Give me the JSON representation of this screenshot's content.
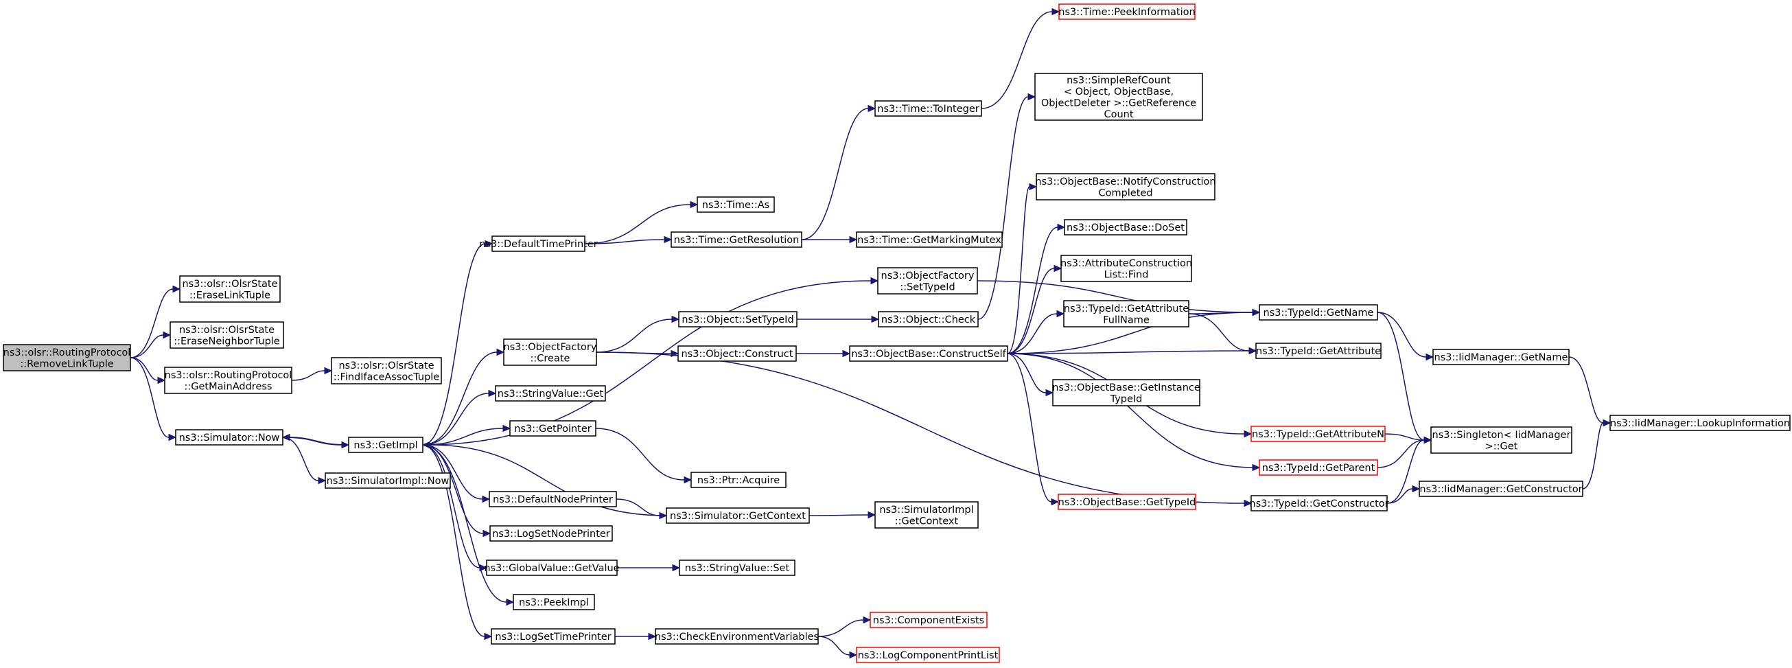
{
  "colors": {
    "edge": "#191970",
    "node_border": "#000000",
    "incomplete_border": "#ff0000",
    "root_fill": "#bfbfbf"
  },
  "nodes": [
    {
      "id": "remove_link_tuple",
      "lines": [
        "ns3::olsr::RoutingProtocol",
        "::RemoveLinkTuple"
      ],
      "style": "root"
    },
    {
      "id": "erase_link_tuple",
      "lines": [
        "ns3::olsr::OlsrState",
        "::EraseLinkTuple"
      ]
    },
    {
      "id": "erase_neighbor_tuple",
      "lines": [
        "ns3::olsr::OlsrState",
        "::EraseNeighborTuple"
      ]
    },
    {
      "id": "get_main_address",
      "lines": [
        "ns3::olsr::RoutingProtocol",
        "::GetMainAddress"
      ]
    },
    {
      "id": "find_iface_assoc_tuple",
      "lines": [
        "ns3::olsr::OlsrState",
        "::FindIfaceAssocTuple"
      ]
    },
    {
      "id": "simulator_now",
      "lines": [
        "ns3::Simulator::Now"
      ]
    },
    {
      "id": "get_impl",
      "lines": [
        "ns3::GetImpl"
      ]
    },
    {
      "id": "simulator_impl_now",
      "lines": [
        "ns3::SimulatorImpl::Now"
      ]
    },
    {
      "id": "default_time_printer",
      "lines": [
        "ns3::DefaultTimePrinter"
      ]
    },
    {
      "id": "object_factory_create",
      "lines": [
        "ns3::ObjectFactory",
        "::Create"
      ]
    },
    {
      "id": "string_value_get",
      "lines": [
        "ns3::StringValue::Get"
      ]
    },
    {
      "id": "get_pointer",
      "lines": [
        "ns3::GetPointer"
      ]
    },
    {
      "id": "default_node_printer",
      "lines": [
        "ns3::DefaultNodePrinter"
      ]
    },
    {
      "id": "log_set_node_printer",
      "lines": [
        "ns3::LogSetNodePrinter"
      ]
    },
    {
      "id": "global_value_get_value",
      "lines": [
        "ns3::GlobalValue::GetValue"
      ]
    },
    {
      "id": "peek_impl",
      "lines": [
        "ns3::PeekImpl"
      ]
    },
    {
      "id": "log_set_time_printer",
      "lines": [
        "ns3::LogSetTimePrinter"
      ]
    },
    {
      "id": "time_as",
      "lines": [
        "ns3::Time::As"
      ]
    },
    {
      "id": "time_get_resolution",
      "lines": [
        "ns3::Time::GetResolution"
      ]
    },
    {
      "id": "object_set_type_id",
      "lines": [
        "ns3::Object::SetTypeId"
      ]
    },
    {
      "id": "object_construct",
      "lines": [
        "ns3::Object::Construct"
      ]
    },
    {
      "id": "ptr_acquire",
      "lines": [
        "ns3::Ptr::Acquire"
      ]
    },
    {
      "id": "simulator_get_context",
      "lines": [
        "ns3::Simulator::GetContext"
      ]
    },
    {
      "id": "string_value_set",
      "lines": [
        "ns3::StringValue::Set"
      ]
    },
    {
      "id": "check_environment_variables",
      "lines": [
        "ns3::CheckEnvironmentVariables"
      ]
    },
    {
      "id": "time_to_integer",
      "lines": [
        "ns3::Time::ToInteger"
      ]
    },
    {
      "id": "time_get_marking_mutex",
      "lines": [
        "ns3::Time::GetMarkingMutex"
      ]
    },
    {
      "id": "object_factory_set_type_id",
      "lines": [
        "ns3::ObjectFactory",
        "::SetTypeId"
      ]
    },
    {
      "id": "object_check",
      "lines": [
        "ns3::Object::Check"
      ]
    },
    {
      "id": "object_base_construct_self",
      "lines": [
        "ns3::ObjectBase::ConstructSelf"
      ]
    },
    {
      "id": "simulator_impl_get_context",
      "lines": [
        "ns3::SimulatorImpl",
        "::GetContext"
      ]
    },
    {
      "id": "component_exists",
      "lines": [
        "ns3::ComponentExists"
      ],
      "style": "red"
    },
    {
      "id": "log_component_print_list",
      "lines": [
        "ns3::LogComponentPrintList"
      ],
      "style": "red"
    },
    {
      "id": "time_peek_information",
      "lines": [
        "ns3::Time::PeekInformation"
      ],
      "style": "red"
    },
    {
      "id": "simple_ref_count_get_reference_count",
      "lines": [
        "ns3::SimpleRefCount",
        "< Object, ObjectBase,",
        "ObjectDeleter >::GetReference",
        "Count"
      ]
    },
    {
      "id": "object_base_notify_construction_completed",
      "lines": [
        "ns3::ObjectBase::NotifyConstruction",
        "Completed"
      ]
    },
    {
      "id": "object_base_do_set",
      "lines": [
        "ns3::ObjectBase::DoSet"
      ]
    },
    {
      "id": "attribute_construction_list_find",
      "lines": [
        "ns3::AttributeConstruction",
        "List::Find"
      ]
    },
    {
      "id": "type_id_get_attribute_full_name",
      "lines": [
        "ns3::TypeId::GetAttribute",
        "FullName"
      ]
    },
    {
      "id": "object_base_get_instance_type_id",
      "lines": [
        "ns3::ObjectBase::GetInstance",
        "TypeId"
      ]
    },
    {
      "id": "object_base_get_type_id",
      "lines": [
        "ns3::ObjectBase::GetTypeId"
      ],
      "style": "red"
    },
    {
      "id": "type_id_get_attribute_n",
      "lines": [
        "ns3::TypeId::GetAttributeN"
      ],
      "style": "red"
    },
    {
      "id": "type_id_get_parent",
      "lines": [
        "ns3::TypeId::GetParent"
      ],
      "style": "red"
    },
    {
      "id": "type_id_get_constructor",
      "lines": [
        "ns3::TypeId::GetConstructor"
      ]
    },
    {
      "id": "type_id_get_name",
      "lines": [
        "ns3::TypeId::GetName"
      ]
    },
    {
      "id": "type_id_get_attribute",
      "lines": [
        "ns3::TypeId::GetAttribute"
      ]
    },
    {
      "id": "singleton_iid_manager_get",
      "lines": [
        "ns3::Singleton< IidManager",
        ">::Get"
      ]
    },
    {
      "id": "iid_manager_get_constructor",
      "lines": [
        "ns3::IidManager::GetConstructor"
      ]
    },
    {
      "id": "iid_manager_get_name",
      "lines": [
        "ns3::IidManager::GetName"
      ]
    },
    {
      "id": "iid_manager_lookup_information",
      "lines": [
        "ns3::IidManager::LookupInformation"
      ]
    }
  ],
  "edges": [
    {
      "from": "remove_link_tuple",
      "to": "erase_link_tuple"
    },
    {
      "from": "remove_link_tuple",
      "to": "erase_neighbor_tuple"
    },
    {
      "from": "remove_link_tuple",
      "to": "get_main_address"
    },
    {
      "from": "remove_link_tuple",
      "to": "simulator_now"
    },
    {
      "from": "get_main_address",
      "to": "find_iface_assoc_tuple"
    },
    {
      "from": "simulator_now",
      "to": "get_impl"
    },
    {
      "from": "simulator_now",
      "to": "simulator_impl_now"
    },
    {
      "from": "get_impl",
      "to": "simulator_now"
    },
    {
      "from": "get_impl",
      "to": "default_time_printer"
    },
    {
      "from": "get_impl",
      "to": "object_factory_create"
    },
    {
      "from": "get_impl",
      "to": "string_value_get"
    },
    {
      "from": "get_impl",
      "to": "get_pointer"
    },
    {
      "from": "get_impl",
      "to": "default_node_printer"
    },
    {
      "from": "get_impl",
      "to": "log_set_node_printer"
    },
    {
      "from": "get_impl",
      "to": "global_value_get_value"
    },
    {
      "from": "get_impl",
      "to": "peek_impl"
    },
    {
      "from": "get_impl",
      "to": "log_set_time_printer"
    },
    {
      "from": "get_impl",
      "to": "object_factory_set_type_id"
    },
    {
      "from": "default_time_printer",
      "to": "time_as"
    },
    {
      "from": "default_time_printer",
      "to": "time_get_resolution"
    },
    {
      "from": "object_factory_create",
      "to": "object_set_type_id"
    },
    {
      "from": "object_factory_create",
      "to": "object_construct"
    },
    {
      "from": "object_factory_create",
      "to": "type_id_get_constructor"
    },
    {
      "from": "get_pointer",
      "to": "ptr_acquire"
    },
    {
      "from": "default_node_printer",
      "to": "simulator_get_context"
    },
    {
      "from": "simulator_get_context",
      "to": "get_impl"
    },
    {
      "from": "simulator_get_context",
      "to": "simulator_impl_get_context"
    },
    {
      "from": "global_value_get_value",
      "to": "string_value_set"
    },
    {
      "from": "log_set_time_printer",
      "to": "check_environment_variables"
    },
    {
      "from": "check_environment_variables",
      "to": "component_exists"
    },
    {
      "from": "check_environment_variables",
      "to": "log_component_print_list"
    },
    {
      "from": "time_get_resolution",
      "to": "time_to_integer"
    },
    {
      "from": "time_get_resolution",
      "to": "time_get_marking_mutex"
    },
    {
      "from": "time_to_integer",
      "to": "time_peek_information"
    },
    {
      "from": "object_set_type_id",
      "to": "object_check"
    },
    {
      "from": "object_construct",
      "to": "object_base_construct_self"
    },
    {
      "from": "object_factory_set_type_id",
      "to": "type_id_get_name"
    },
    {
      "from": "object_check",
      "to": "simple_ref_count_get_reference_count"
    },
    {
      "from": "object_base_construct_self",
      "to": "object_base_notify_construction_completed"
    },
    {
      "from": "object_base_construct_self",
      "to": "object_base_do_set"
    },
    {
      "from": "object_base_construct_self",
      "to": "attribute_construction_list_find"
    },
    {
      "from": "object_base_construct_self",
      "to": "type_id_get_attribute_full_name"
    },
    {
      "from": "object_base_construct_self",
      "to": "type_id_get_attribute"
    },
    {
      "from": "object_base_construct_self",
      "to": "object_base_get_instance_type_id"
    },
    {
      "from": "object_base_construct_self",
      "to": "object_base_get_type_id"
    },
    {
      "from": "object_base_construct_self",
      "to": "type_id_get_attribute_n"
    },
    {
      "from": "object_base_construct_self",
      "to": "type_id_get_parent"
    },
    {
      "from": "object_base_construct_self",
      "to": "type_id_get_name"
    },
    {
      "from": "type_id_get_attribute_full_name",
      "to": "type_id_get_name"
    },
    {
      "from": "type_id_get_attribute_full_name",
      "to": "type_id_get_attribute"
    },
    {
      "from": "type_id_get_attribute_n",
      "to": "singleton_iid_manager_get"
    },
    {
      "from": "type_id_get_parent",
      "to": "singleton_iid_manager_get"
    },
    {
      "from": "type_id_get_constructor",
      "to": "singleton_iid_manager_get"
    },
    {
      "from": "type_id_get_constructor",
      "to": "iid_manager_get_constructor"
    },
    {
      "from": "type_id_get_name",
      "to": "singleton_iid_manager_get"
    },
    {
      "from": "type_id_get_name",
      "to": "iid_manager_get_name"
    },
    {
      "from": "iid_manager_get_constructor",
      "to": "iid_manager_lookup_information"
    },
    {
      "from": "iid_manager_get_name",
      "to": "iid_manager_lookup_information"
    }
  ]
}
